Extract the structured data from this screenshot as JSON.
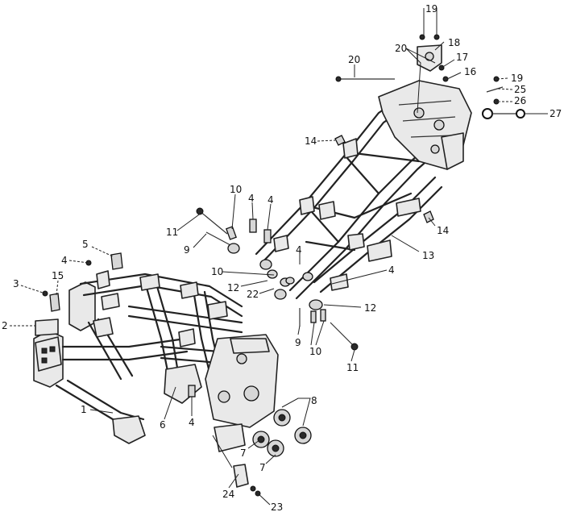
{
  "callouts": {
    "c1": "1",
    "c2": "2",
    "c3": "3",
    "c4a": "4",
    "c4b": "4",
    "c4c": "4",
    "c4d": "4",
    "c4e": "4",
    "c4f": "4",
    "c5": "5",
    "c6": "6",
    "c7a": "7",
    "c7b": "7",
    "c8": "8",
    "c9a": "9",
    "c9b": "9",
    "c10a": "10",
    "c10b": "10",
    "c10c": "10",
    "c11a": "11",
    "c11b": "11",
    "c12a": "12",
    "c12b": "12",
    "c13": "13",
    "c14a": "14",
    "c14b": "14",
    "c15": "15",
    "c16": "16",
    "c17": "17",
    "c18": "18",
    "c19a": "19",
    "c19b": "19",
    "c20a": "20",
    "c20b": "20",
    "c22": "22",
    "c23": "23",
    "c24": "24",
    "c25": "25",
    "c26": "26",
    "c27": "27"
  }
}
